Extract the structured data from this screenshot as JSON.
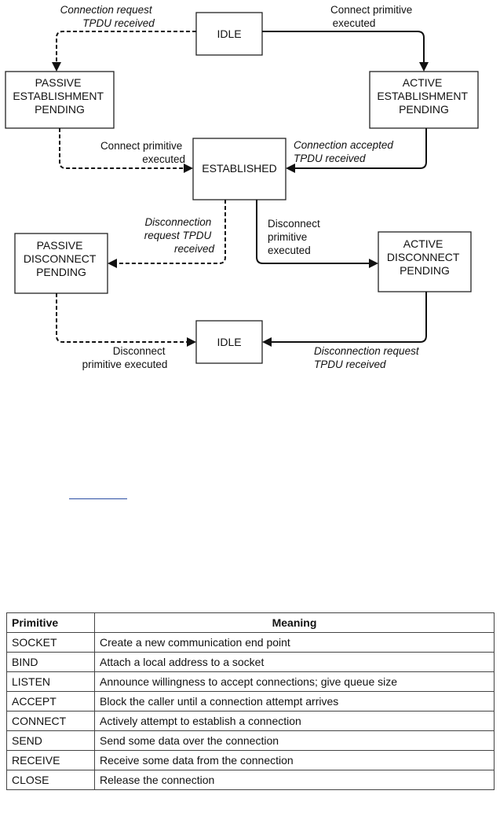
{
  "diagram": {
    "states": {
      "idle_top": [
        "IDLE"
      ],
      "passive_establishment": [
        "PASSIVE",
        "ESTABLISHMENT",
        "PENDING"
      ],
      "active_establishment": [
        "ACTIVE",
        "ESTABLISHMENT",
        "PENDING"
      ],
      "established": [
        "ESTABLISHED"
      ],
      "passive_disconnect": [
        "PASSIVE",
        "DISCONNECT",
        "PENDING"
      ],
      "active_disconnect": [
        "ACTIVE",
        "DISCONNECT",
        "PENDING"
      ],
      "idle_bottom": [
        "IDLE"
      ]
    },
    "labels": {
      "conn_request_received": [
        "Connection request",
        "TPDU received"
      ],
      "connect_primitive_top": [
        "Connect primitive",
        "executed"
      ],
      "connect_primitive_mid": [
        "Connect primitive",
        "executed"
      ],
      "conn_accepted": [
        "Connection accepted",
        "TPDU received"
      ],
      "disc_request_received": [
        "Disconnection",
        "request TPDU",
        "received"
      ],
      "disconnect_primitive_mid": [
        "Disconnect",
        "primitive",
        "executed"
      ],
      "disconnect_primitive_bottom": [
        "Disconnect",
        "primitive executed"
      ],
      "disc_request_bottom": [
        "Disconnection request",
        "TPDU received"
      ]
    }
  },
  "table": {
    "headers": [
      "Primitive",
      "Meaning"
    ],
    "rows": [
      [
        "SOCKET",
        "Create a new communication end point"
      ],
      [
        "BIND",
        "Attach a local address to a socket"
      ],
      [
        "LISTEN",
        "Announce willingness to accept connections; give queue size"
      ],
      [
        "ACCEPT",
        "Block the caller until a connection attempt arrives"
      ],
      [
        "CONNECT",
        "Actively attempt to establish a connection"
      ],
      [
        "SEND",
        "Send some data over the connection"
      ],
      [
        "RECEIVE",
        "Receive some data from the connection"
      ],
      [
        "CLOSE",
        "Release the connection"
      ]
    ]
  }
}
